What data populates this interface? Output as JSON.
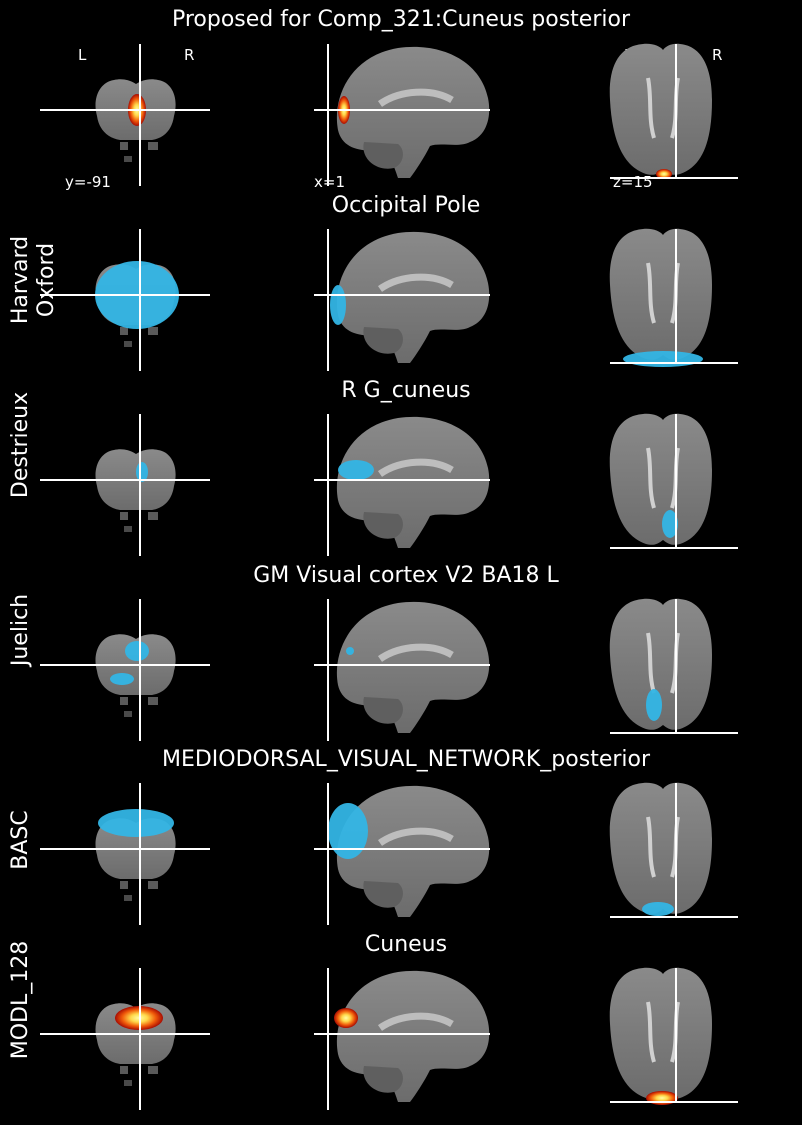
{
  "header": {
    "title": "Proposed for Comp_321:Cuneus posterior",
    "orientation_left": "L",
    "orientation_right": "R",
    "coords": {
      "coronal": "y=-91",
      "sagittal": "x=1",
      "axial": "z=15"
    }
  },
  "rows": [
    {
      "label": "",
      "title": "Proposed for Comp_321:Cuneus posterior",
      "overlay": "hot"
    },
    {
      "label": "Harvard\nOxford",
      "title": "Occipital Pole",
      "overlay": "blue"
    },
    {
      "label": "Destrieux",
      "title": "R G_cuneus",
      "overlay": "blue"
    },
    {
      "label": "Juelich",
      "title": "GM Visual cortex V2 BA18 L",
      "overlay": "blue"
    },
    {
      "label": "BASC",
      "title": "MEDIODORSAL_VISUAL_NETWORK_posterior",
      "overlay": "blue"
    },
    {
      "label": "MODL_128",
      "title": "Cuneus",
      "overlay": "hot"
    }
  ],
  "colors": {
    "background": "#000000",
    "brain_gray": "#7f7f7f",
    "crosshair": "#ffffff",
    "atlas_blue": "#33b5e5",
    "hot_core": "#fff27a",
    "hot_edge": "#d81e05"
  }
}
